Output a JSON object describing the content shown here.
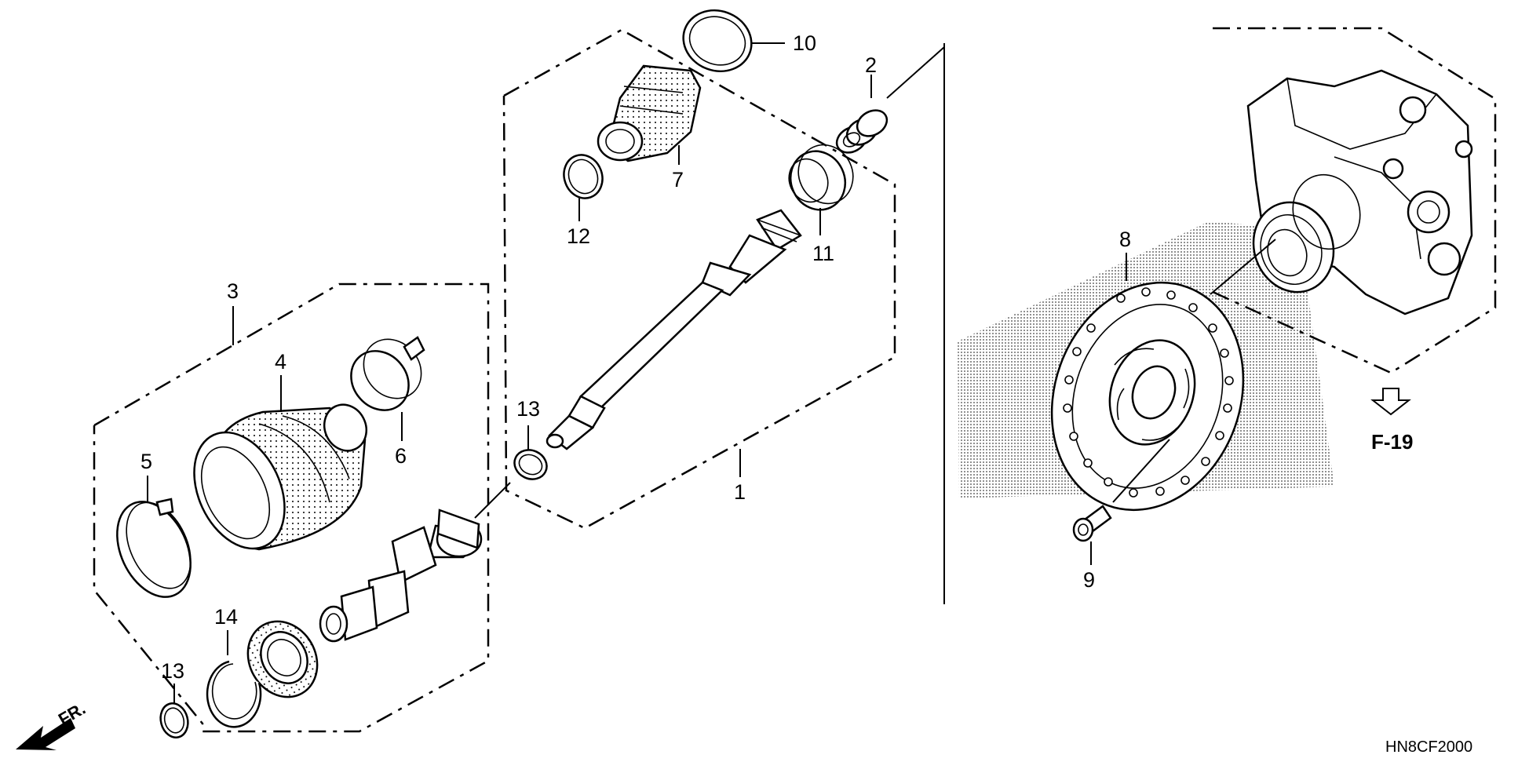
{
  "diagram": {
    "callouts": {
      "c1": "1",
      "c2": "2",
      "c3": "3",
      "c4": "4",
      "c5": "5",
      "c6": "6",
      "c7": "7",
      "c8": "8",
      "c9": "9",
      "c10": "10",
      "c11": "11",
      "c12": "12",
      "c13a": "13",
      "c13b": "13",
      "c14": "14"
    },
    "reference": "F-19",
    "front_marker": "FR.",
    "diagram_code": "HN8CF2000"
  }
}
